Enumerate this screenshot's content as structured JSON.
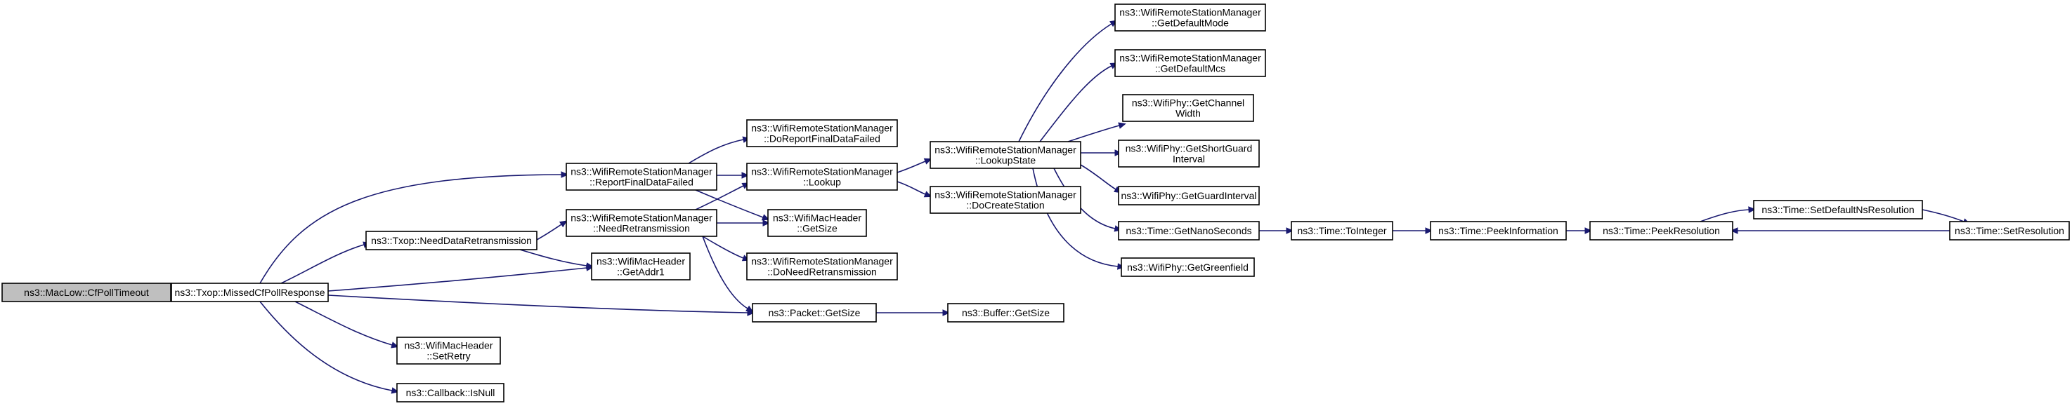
{
  "graph": {
    "nodes": [
      {
        "id": "n1",
        "lines": [
          "ns3::MacLow::CfPollTimeout"
        ]
      },
      {
        "id": "n2",
        "lines": [
          "ns3::Txop::MissedCfPollResponse"
        ]
      },
      {
        "id": "n3",
        "lines": [
          "ns3::WifiRemoteStationManager",
          "::ReportFinalDataFailed"
        ]
      },
      {
        "id": "n4",
        "lines": [
          "ns3::Txop::NeedDataRetransmission"
        ]
      },
      {
        "id": "n5",
        "lines": [
          "ns3::WifiMacHeader",
          "::GetAddr1"
        ]
      },
      {
        "id": "n6",
        "lines": [
          "ns3::Packet::GetSize"
        ]
      },
      {
        "id": "n7",
        "lines": [
          "ns3::WifiMacHeader",
          "::SetRetry"
        ]
      },
      {
        "id": "n8",
        "lines": [
          "ns3::Callback::IsNull"
        ]
      },
      {
        "id": "n9",
        "lines": [
          "ns3::WifiRemoteStationManager",
          "::DoReportFinalDataFailed"
        ]
      },
      {
        "id": "n10",
        "lines": [
          "ns3::WifiRemoteStationManager",
          "::Lookup"
        ]
      },
      {
        "id": "n11",
        "lines": [
          "ns3::WifiMacHeader",
          "::GetSize"
        ]
      },
      {
        "id": "n12",
        "lines": [
          "ns3::WifiRemoteStationManager",
          "::NeedRetransmission"
        ]
      },
      {
        "id": "n13",
        "lines": [
          "ns3::WifiRemoteStationManager",
          "::DoNeedRetransmission"
        ]
      },
      {
        "id": "n14",
        "lines": [
          "ns3::WifiRemoteStationManager",
          "::LookupState"
        ]
      },
      {
        "id": "n15",
        "lines": [
          "ns3::WifiRemoteStationManager",
          "::DoCreateStation"
        ]
      },
      {
        "id": "n16",
        "lines": [
          "ns3::WifiRemoteStationManager",
          "::GetDefaultMode"
        ]
      },
      {
        "id": "n17",
        "lines": [
          "ns3::WifiRemoteStationManager",
          "::GetDefaultMcs"
        ]
      },
      {
        "id": "n18",
        "lines": [
          "ns3::WifiPhy::GetChannel",
          "Width"
        ]
      },
      {
        "id": "n19",
        "lines": [
          "ns3::WifiPhy::GetShortGuard",
          "Interval"
        ]
      },
      {
        "id": "n20",
        "lines": [
          "ns3::WifiPhy::GetGuardInterval"
        ]
      },
      {
        "id": "n21",
        "lines": [
          "ns3::Time::GetNanoSeconds"
        ]
      },
      {
        "id": "n22",
        "lines": [
          "ns3::WifiPhy::GetGreenfield"
        ]
      },
      {
        "id": "n23",
        "lines": [
          "ns3::Buffer::GetSize"
        ]
      },
      {
        "id": "n24",
        "lines": [
          "ns3::Time::ToInteger"
        ]
      },
      {
        "id": "n25",
        "lines": [
          "ns3::Time::PeekInformation"
        ]
      },
      {
        "id": "n26",
        "lines": [
          "ns3::Time::PeekResolution"
        ]
      },
      {
        "id": "n27",
        "lines": [
          "ns3::Time::SetDefaultNsResolution"
        ]
      },
      {
        "id": "n28",
        "lines": [
          "ns3::Time::SetResolution"
        ]
      }
    ],
    "edges": [
      {
        "from": "n1",
        "to": "n2"
      },
      {
        "from": "n2",
        "to": "n3"
      },
      {
        "from": "n2",
        "to": "n4"
      },
      {
        "from": "n2",
        "to": "n5"
      },
      {
        "from": "n2",
        "to": "n6"
      },
      {
        "from": "n2",
        "to": "n7"
      },
      {
        "from": "n2",
        "to": "n8"
      },
      {
        "from": "n3",
        "to": "n9"
      },
      {
        "from": "n3",
        "to": "n10"
      },
      {
        "from": "n3",
        "to": "n11"
      },
      {
        "from": "n4",
        "to": "n12"
      },
      {
        "from": "n4",
        "to": "n5"
      },
      {
        "from": "n12",
        "to": "n10"
      },
      {
        "from": "n12",
        "to": "n11"
      },
      {
        "from": "n12",
        "to": "n13"
      },
      {
        "from": "n12",
        "to": "n6"
      },
      {
        "from": "n10",
        "to": "n14"
      },
      {
        "from": "n10",
        "to": "n15"
      },
      {
        "from": "n14",
        "to": "n16"
      },
      {
        "from": "n14",
        "to": "n17"
      },
      {
        "from": "n14",
        "to": "n18"
      },
      {
        "from": "n14",
        "to": "n19"
      },
      {
        "from": "n14",
        "to": "n20"
      },
      {
        "from": "n14",
        "to": "n21"
      },
      {
        "from": "n14",
        "to": "n22"
      },
      {
        "from": "n6",
        "to": "n23"
      },
      {
        "from": "n21",
        "to": "n24"
      },
      {
        "from": "n24",
        "to": "n25"
      },
      {
        "from": "n25",
        "to": "n26"
      },
      {
        "from": "n26",
        "to": "n27"
      },
      {
        "from": "n27",
        "to": "n28"
      },
      {
        "from": "n28",
        "to": "n26"
      }
    ],
    "colors": {
      "edge": "#191970",
      "node_border": "#000000",
      "root_fill": "#bfbfbf",
      "node_fill": "#ffffff"
    }
  }
}
